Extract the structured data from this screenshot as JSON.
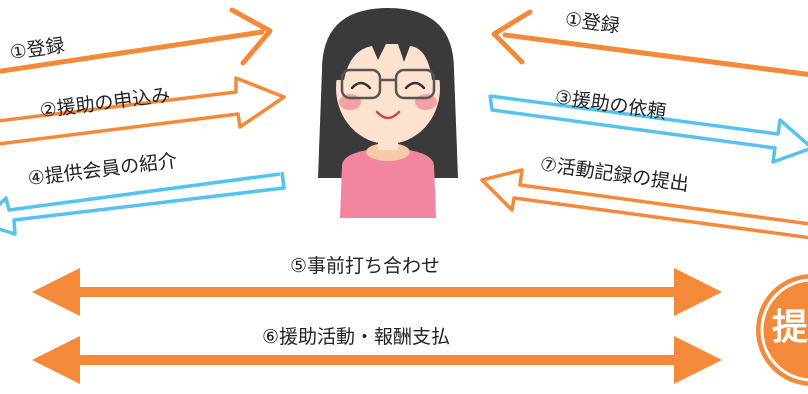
{
  "labels": {
    "left_register": "①登録",
    "left_apply": "②援助の申込み",
    "left_introduce": "④提供会員の紹介",
    "right_register": "①登録",
    "right_request": "③援助の依頼",
    "right_report": "⑦活動記録の提出",
    "meeting": "⑤事前打ち合わせ",
    "activity_payment": "⑥援助活動・報酬支払"
  },
  "badge_char": "提",
  "center_figure": "person-woman-with-glasses",
  "colors": {
    "orange": "#f5893a",
    "blue": "#56c3ee",
    "skin": "#fde3cf",
    "hair": "#3a3a3a",
    "shirt": "#f285a0"
  }
}
